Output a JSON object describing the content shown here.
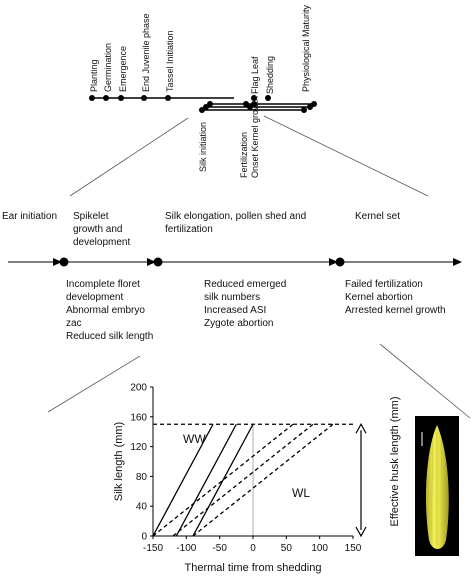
{
  "top_timeline": {
    "left_events": [
      "Planting",
      "Germination",
      "Emergence",
      "End Juvenile phase",
      "Tassel Initiation"
    ],
    "upper_events": [
      "Flag Leaf",
      "Shedding",
      "Physiological Maturity"
    ],
    "lower_events": [
      "Silk initiation",
      "Fertilization",
      "Onset Kernel growth"
    ]
  },
  "stage_timeline": {
    "stages": [
      {
        "title": "Ear initiation"
      },
      {
        "title": "Spikelet\ngrowth and\ndevelopment"
      },
      {
        "title": "Silk elongation, pollen shed and\nfertilization"
      },
      {
        "title": "Kernel set"
      }
    ],
    "impacts": [
      {
        "lines": [
          "Incomplete floret",
          "development",
          "Abnormal embryo",
          "zac",
          "Reduced silk length"
        ]
      },
      {
        "lines": [
          "Reduced emerged",
          "silk numbers",
          "Increased ASI",
          "Zygote abortion"
        ]
      },
      {
        "lines": [
          "Failed fertilization",
          "Kernel abortion",
          "Arrested kernel growth"
        ]
      }
    ]
  },
  "chart_data": {
    "type": "line",
    "xlabel": "Thermal time from shedding",
    "ylabel": "Silk length (mm)",
    "y2label": "Effective husk length (mm)",
    "xlim": [
      -150,
      150
    ],
    "ylim": [
      0,
      200
    ],
    "xticks": [
      -150,
      -100,
      -50,
      0,
      50,
      100,
      150
    ],
    "yticks": [
      0,
      40,
      80,
      120,
      160,
      200
    ],
    "threshold": 150,
    "series": [
      {
        "name": "WW",
        "style": "solid",
        "lines": [
          [
            [
              -150,
              0
            ],
            [
              -60,
              150
            ]
          ],
          [
            [
              -115,
              0
            ],
            [
              -25,
              150
            ]
          ],
          [
            [
              -90,
              0
            ],
            [
              0,
              150
            ]
          ]
        ]
      },
      {
        "name": "WL",
        "style": "dashed",
        "lines": [
          [
            [
              -150,
              0
            ],
            [
              60,
              150
            ]
          ],
          [
            [
              -120,
              0
            ],
            [
              90,
              150
            ]
          ],
          [
            [
              -90,
              0
            ],
            [
              120,
              150
            ]
          ]
        ]
      }
    ]
  }
}
